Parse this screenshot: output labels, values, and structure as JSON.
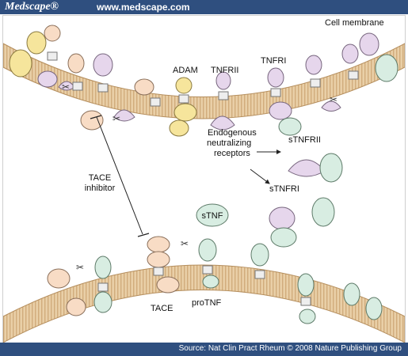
{
  "header": {
    "brand": "Medscape®",
    "url": "www.medscape.com"
  },
  "labels": {
    "cell_membrane": "Cell membrane",
    "adam": "ADAM",
    "tnfrii": "TNFRII",
    "tnfri": "TNFRI",
    "endogenous_1": "Endogenous",
    "endogenous_2": "neutralizing",
    "endogenous_3": "receptors",
    "stnfrii": "sTNFRII",
    "stnfri": "sTNFRI",
    "tace_inhibitor_1": "TACE",
    "tace_inhibitor_2": "inhibitor",
    "stnf": "sTNF",
    "tace": "TACE",
    "protnf": "proTNF"
  },
  "footer": {
    "source": "Source: Nat Clin Pract Rheum © 2008 Nature Publishing Group"
  },
  "colors": {
    "bar_blue": "#2f4f7f",
    "membrane_tan": "#e9cfa7",
    "lipid_stripe": "#d1ac7c",
    "adam_yellow": "#f6e59c",
    "tnfr_lilac": "#e6d6ec",
    "tnf_mint": "#d8ede2",
    "tace_peach": "#f8dcc5"
  }
}
